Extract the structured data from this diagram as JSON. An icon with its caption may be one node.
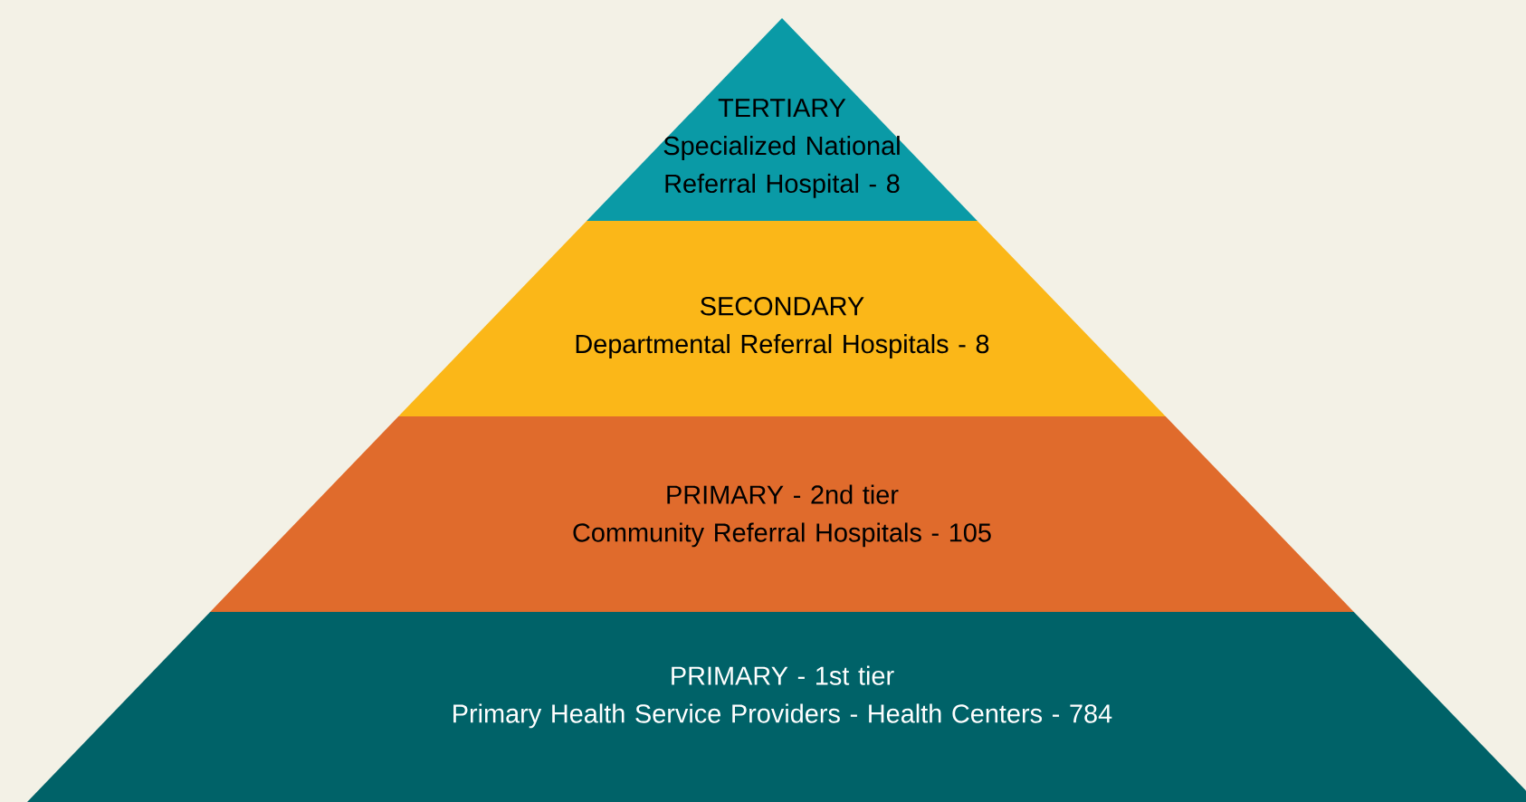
{
  "diagram": {
    "nodes": [
      {
        "text": [
          "TERTIARY",
          "Specialized National Referral Hospital - 8"
        ]
      },
      {
        "text": [
          "SECONDARY",
          "Departmental Referral Hospitals - 8"
        ]
      },
      {
        "text": [
          "PRIMARY - 2nd tier",
          "Community Referral Hospitals - 105"
        ]
      },
      {
        "text": [
          "PRIMARY - 1st tier",
          "Primary Health Service Providers - Health Centers - 784"
        ]
      }
    ]
  }
}
